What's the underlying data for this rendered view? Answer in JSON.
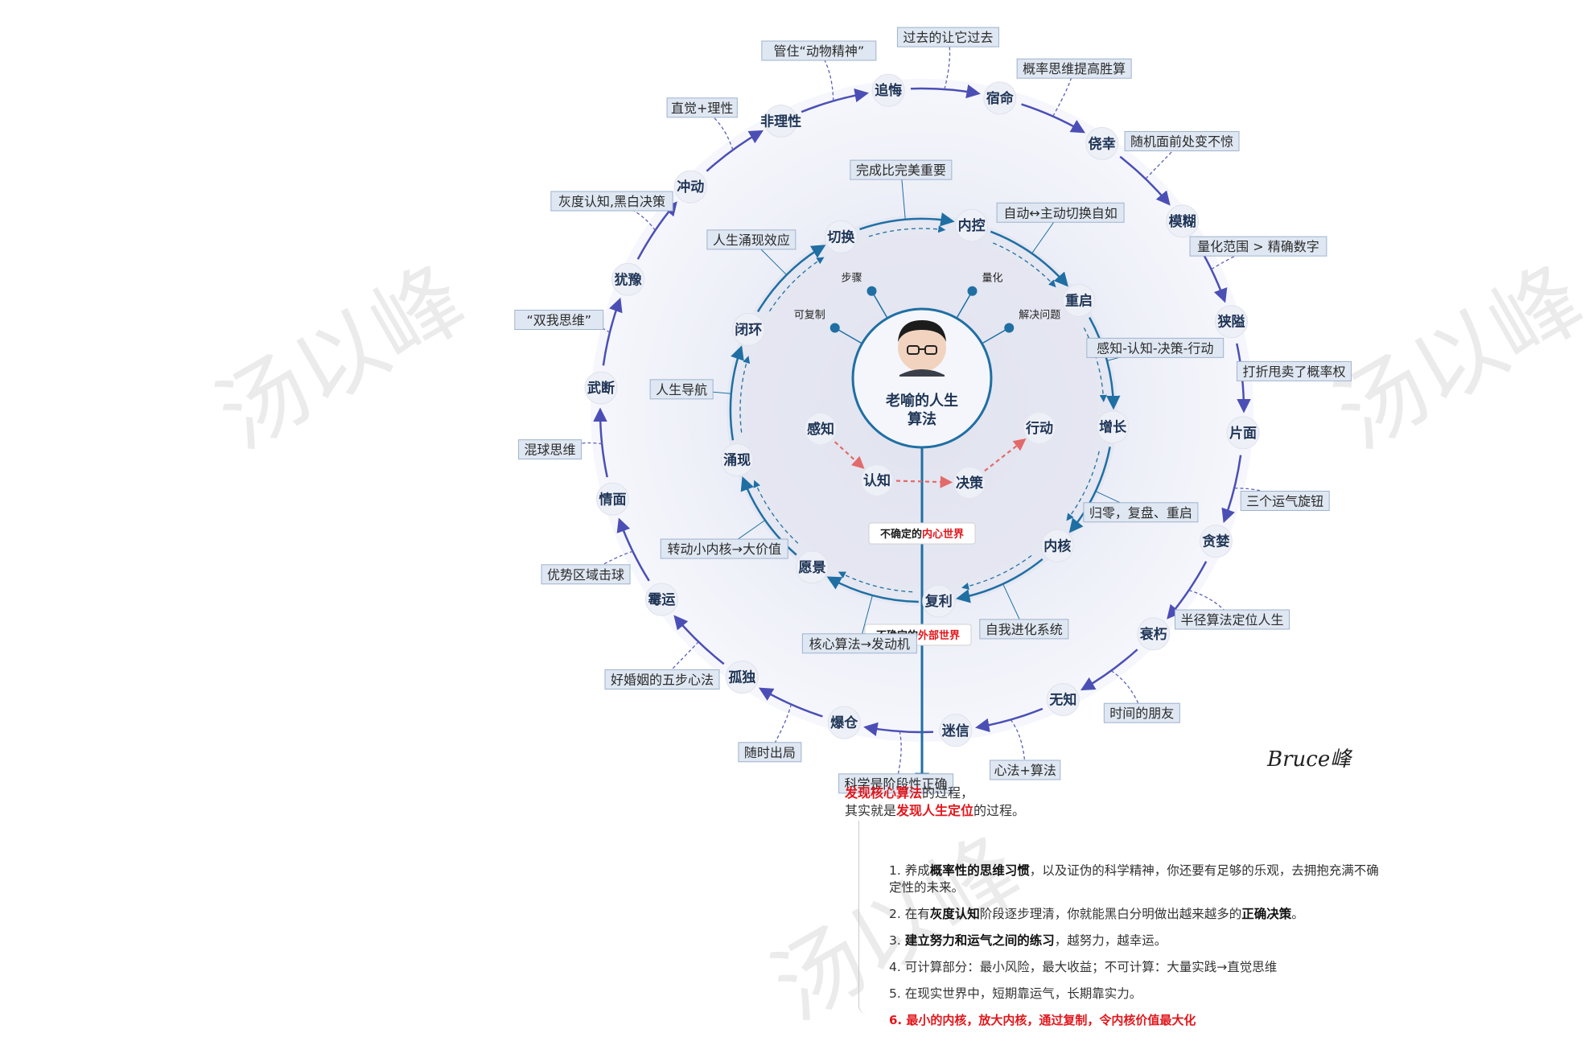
{
  "center": {
    "title_line1": "老喻的人生",
    "title_line2": "算法",
    "avatar_icon": "person-avatar-icon",
    "spokes": [
      "步骤",
      "量化",
      "可复制",
      "解决问题"
    ]
  },
  "decision_chain": [
    "感知",
    "认知",
    "决策",
    "行动"
  ],
  "inner_ring": {
    "nodes": [
      "内控",
      "重启",
      "增长",
      "内核",
      "复利",
      "愿景",
      "涌现",
      "闭环",
      "切换"
    ],
    "labels": [
      "自动↔主动切换自如",
      "感知-认知-决策-行动",
      "归零，复盘、重启",
      "自我进化系统",
      "核心算法→发动机",
      "转动小内核→大价值",
      "人生导航",
      "人生涌现效应",
      "完成比完美重要"
    ],
    "center_tag_prefix": "不确定的",
    "center_tag_highlight": "内心世界"
  },
  "outer_ring": {
    "nodes": [
      "宿命",
      "侥幸",
      "模糊",
      "狭隘",
      "片面",
      "贪婪",
      "衰朽",
      "无知",
      "迷信",
      "爆仓",
      "孤独",
      "霉运",
      "情面",
      "武断",
      "犹豫",
      "冲动",
      "非理性",
      "追悔"
    ],
    "labels": [
      "概率思维提高胜算",
      "随机面前处变不惊",
      "量化范围 > 精确数字",
      "打折甩卖了概率权",
      "三个运气旋钮",
      "半径算法定位人生",
      "时间的朋友",
      "心法+算法",
      "科学是阶段性正确",
      "随时出局",
      "好婚姻的五步心法",
      "优势区域击球",
      "混球思维",
      "“双我思维”",
      "灰度认知,黑白决策",
      "直觉+理性",
      "管住“动物精神”",
      "过去的让它过去"
    ],
    "center_tag_prefix": "不确定的",
    "center_tag_highlight": "外部世界"
  },
  "signature": "Bruce峰",
  "watermark": "汤以峰",
  "conclusion": {
    "l1_red": "发现核心算法",
    "l1_rest": "的过程，",
    "l2_pre": "其实就是",
    "l2_red": "发现人生定位",
    "l2_rest": "的过程。"
  },
  "notes": [
    {
      "pre": "1. 养成",
      "bold": "概率性的思维习惯",
      "post": "，以及证伪的科学精神，你还要有足够的乐观，去拥抱充满不确定性的未来。"
    },
    {
      "pre": "2. 在有",
      "bold": "灰度认知",
      "mid": "阶段逐步理清，你就能黑白分明做出越来越多的",
      "bold2": "正确决策",
      "post": "。"
    },
    {
      "pre": "3. ",
      "bold": "建立努力和运气之间的练习",
      "post": "，越努力，越幸运。"
    },
    {
      "pre": "4. 可计算部分：最小风险，最大收益；不可计算：大量实践→直觉思维",
      "bold": "",
      "post": ""
    },
    {
      "pre": "5. 在现实世界中，短期靠运气，长期靠实力。",
      "bold": "",
      "post": ""
    },
    {
      "pre": "6. 最小的内核，放大内核，通过复制，令内核价值最大化",
      "bold": "",
      "post": ""
    }
  ],
  "colors": {
    "outer_ring": "#4b4fb5",
    "inner_ring": "#1f6fa3",
    "decision_arrow": "#e36a6a",
    "highlight": "#e3161b"
  }
}
